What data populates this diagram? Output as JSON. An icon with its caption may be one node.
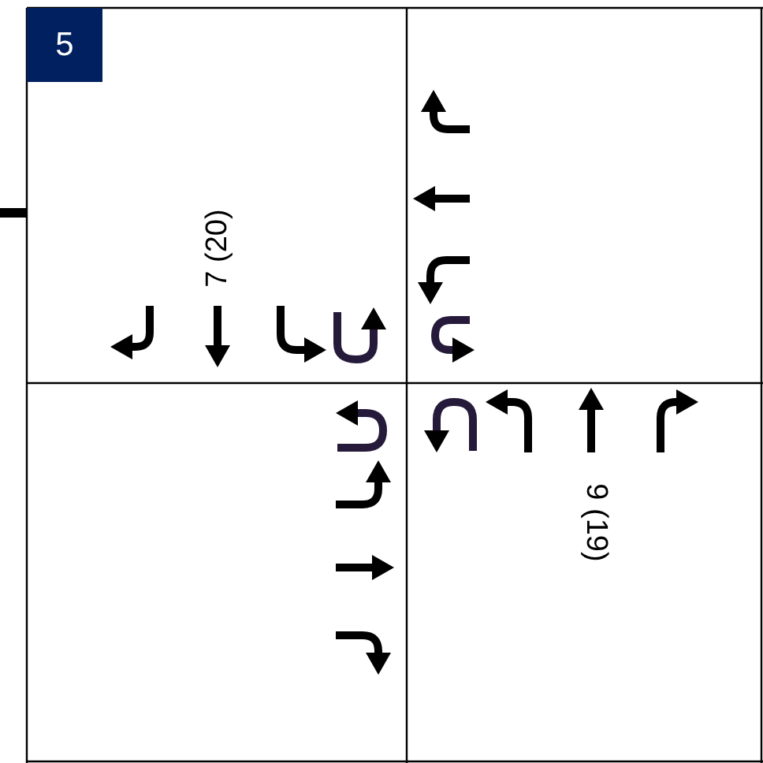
{
  "diagram": {
    "nodes": [
      {
        "text": [
          "5"
        ]
      }
    ],
    "labels": [
      "7 (20)",
      "9 (19)"
    ]
  }
}
